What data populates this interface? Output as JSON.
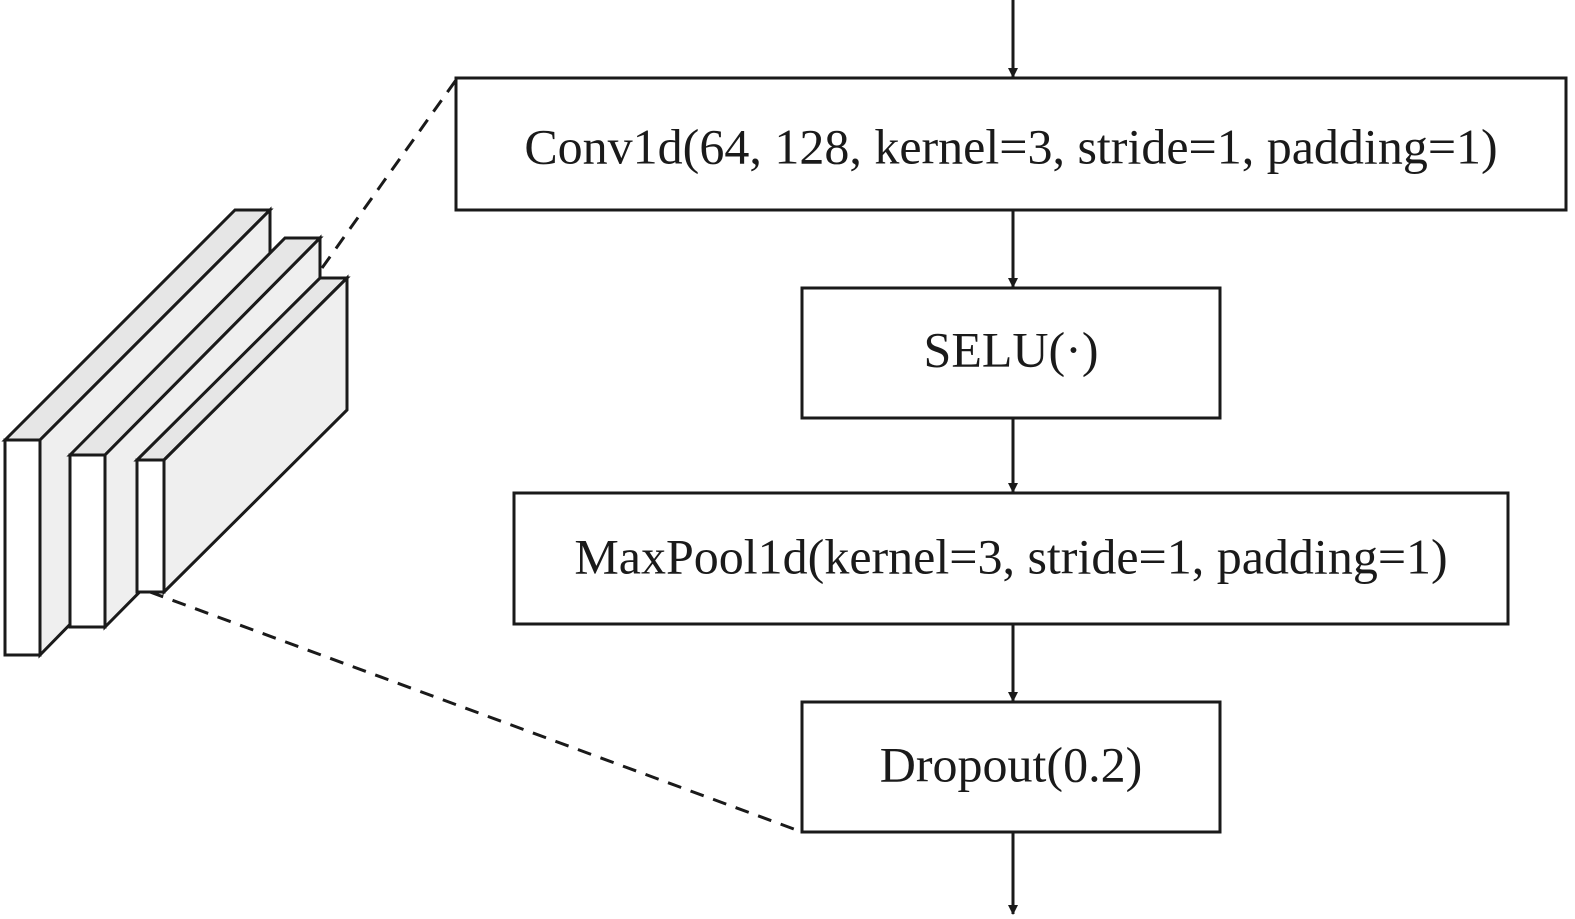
{
  "diagram": {
    "layers": [
      {
        "id": "conv",
        "label": "Conv1d(64, 128, kernel=3, stride=1, padding=1)"
      },
      {
        "id": "selu",
        "label": "SELU(·)"
      },
      {
        "id": "maxpool",
        "label": "MaxPool1d(kernel=3, stride=1, padding=1)"
      },
      {
        "id": "dropout",
        "label": "Dropout(0.2)"
      }
    ],
    "block_slices": 3,
    "colors": {
      "stroke": "#1a1a1a",
      "slice_front": "#ffffff",
      "slice_side": "#efefef",
      "slice_top": "#e6e6e6",
      "background": "#ffffff"
    }
  }
}
